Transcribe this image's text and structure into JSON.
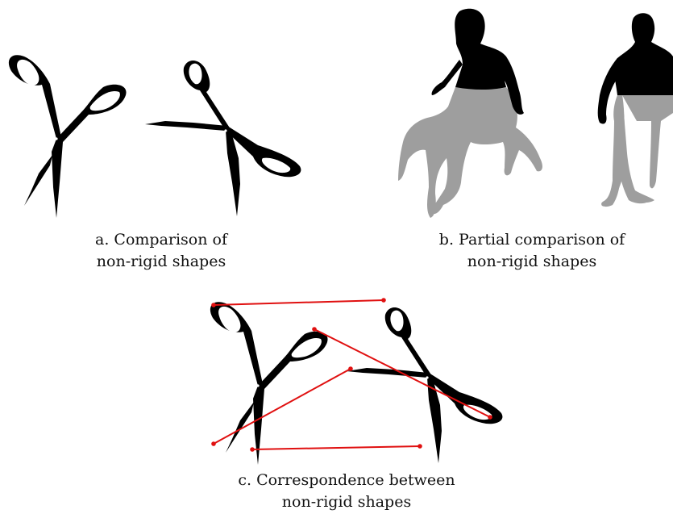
{
  "figure": {
    "panel_a": {
      "caption_line1": "a. Comparison of",
      "caption_line2": "non-rigid shapes"
    },
    "panel_b": {
      "caption_line1": "b. Partial comparison of",
      "caption_line2": "non-rigid shapes"
    },
    "panel_c": {
      "caption_line1": "c. Correspondence between",
      "caption_line2": "non-rigid shapes"
    }
  },
  "colors": {
    "shape": "#000000",
    "partial_shape": "#9e9e9e",
    "correspondence_line": "#e01010"
  }
}
